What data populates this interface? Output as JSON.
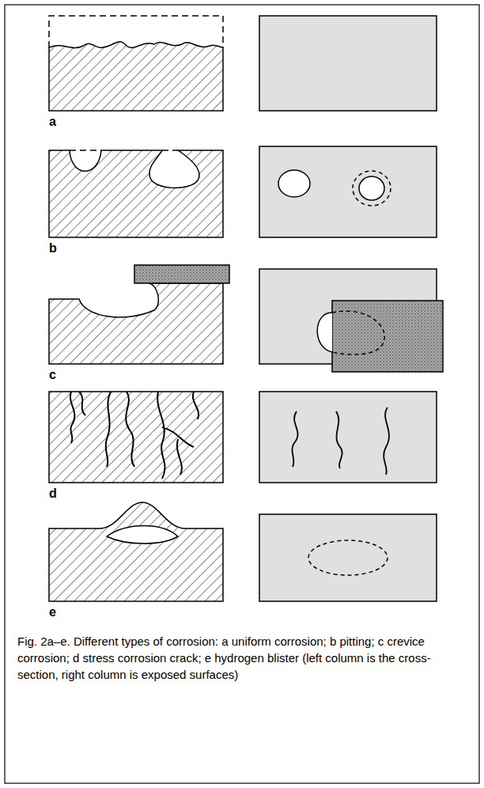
{
  "diagram": {
    "caption": "Fig. 2a–e. Different types of corrosion: a uniform corrosion; b pitting; c crevice corrosion; d stress corrosion crack; e hydrogen blister (left column is the cross-section, right column is exposed surfaces)",
    "labels": [
      "a",
      "b",
      "c",
      "d",
      "e"
    ]
  }
}
